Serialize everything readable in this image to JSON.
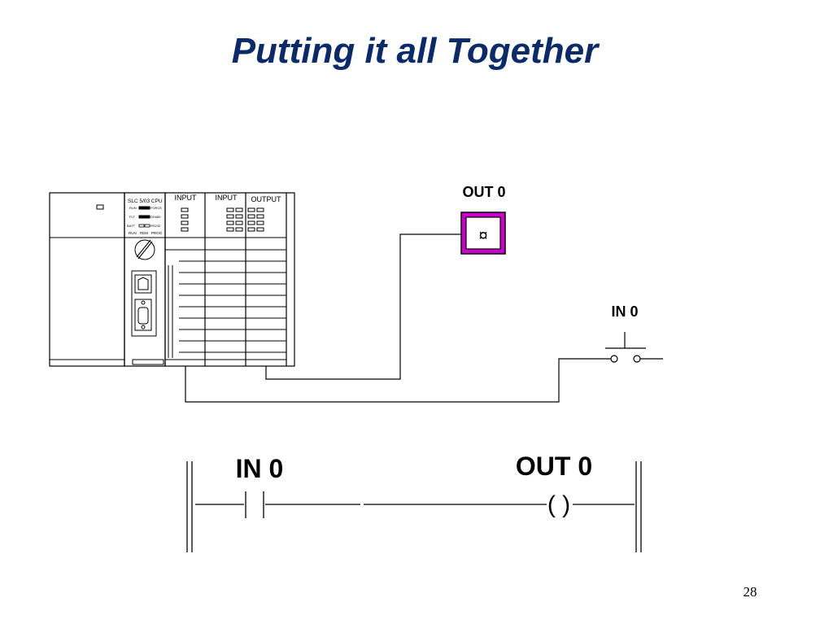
{
  "slide": {
    "title": "Putting it all Together",
    "page_number": "28"
  },
  "plc": {
    "cpu_label": "SLC 5/03 CPU",
    "led_labels_left": [
      "RUN",
      "FLT",
      "BATT"
    ],
    "led_labels_right": [
      "FORCE",
      "DH485",
      "RS232"
    ],
    "mode_labels": [
      "RUN",
      "REM",
      "PROG"
    ],
    "module_labels": [
      "INPUT",
      "INPUT",
      "OUTPUT"
    ]
  },
  "field_devices": {
    "output_label": "OUT 0",
    "output_symbol": "¤",
    "input_label": "IN 0"
  },
  "ladder": {
    "contact_label": "IN 0",
    "coil_label": "OUT 0",
    "coil_symbol": "( )"
  },
  "colors": {
    "title": "#0a2a6b",
    "output_lamp_border": "#cc00cc"
  }
}
